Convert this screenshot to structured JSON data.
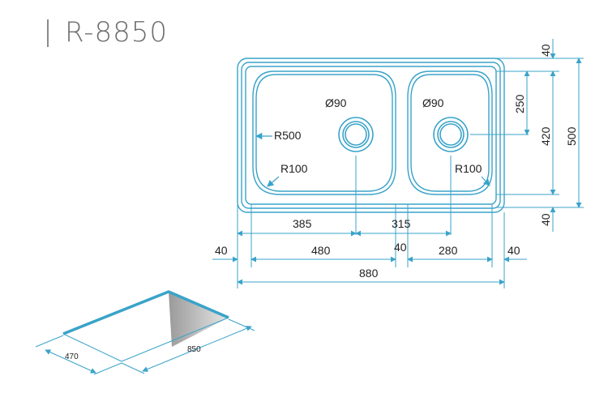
{
  "header": {
    "title": "R-8850"
  },
  "colors": {
    "outline": "#3aa3c9",
    "dimension": "#3aa3c9",
    "text": "#222222",
    "title": "#6e6e6e"
  },
  "labels": {
    "hole_left": "Ø90",
    "hole_right": "Ø90",
    "radius_large": "R500",
    "radius_left": "R100",
    "radius_right": "R100",
    "dim_385": "385",
    "dim_315": "315",
    "dim_40_left": "40",
    "dim_480": "480",
    "dim_40_mid": "40",
    "dim_280": "280",
    "dim_40_right": "40",
    "dim_880": "880",
    "dim_40_top": "40",
    "dim_250": "250",
    "dim_420": "420",
    "dim_500": "500",
    "dim_40_bottom": "40",
    "iso_470": "470",
    "iso_850": "850"
  }
}
